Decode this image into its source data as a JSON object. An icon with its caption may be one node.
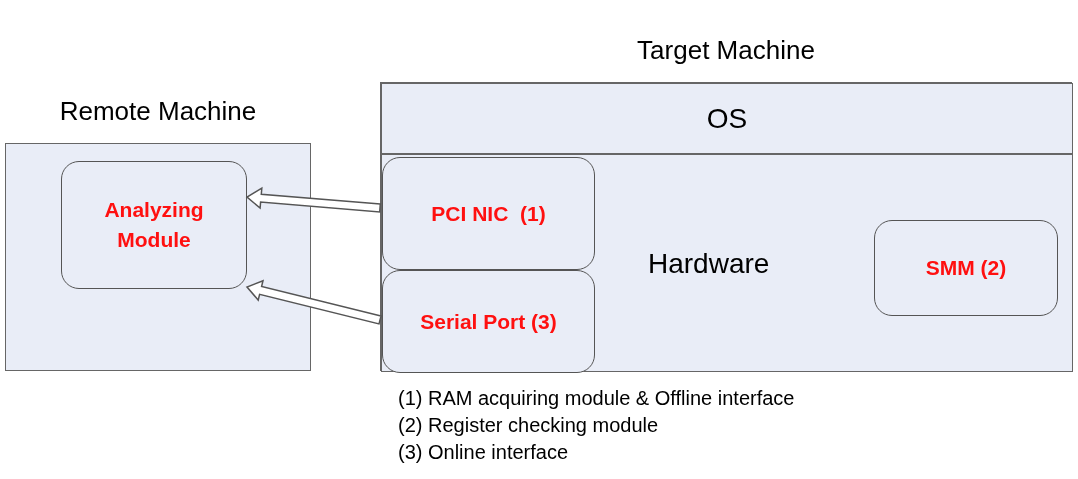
{
  "diagram": {
    "nodes": [
      {
        "text": [
          "Remote Machine"
        ]
      },
      {
        "text": [
          "Analyzing Module"
        ],
        "in": 0
      },
      {
        "text": [
          "Target Machine"
        ]
      },
      {
        "text": [
          "OS"
        ],
        "in": 2
      },
      {
        "text": [
          "Hardware"
        ],
        "in": 2
      },
      {
        "text": [
          "PCI NIC  (1)"
        ],
        "in": 4
      },
      {
        "text": [
          "Serial Port (3)"
        ],
        "in": 4
      },
      {
        "text": [
          "SMM (2)"
        ],
        "in": 4
      }
    ],
    "edges": [
      {
        "from": 5,
        "to": 1,
        "arrow": "to",
        "style": "thick"
      },
      {
        "from": 6,
        "to": 1,
        "arrow": "to",
        "style": "thick"
      }
    ],
    "labels": [
      "(1) RAM acquiring module & Offline interface",
      "(2) Register checking module",
      "(3) Online interface"
    ]
  }
}
